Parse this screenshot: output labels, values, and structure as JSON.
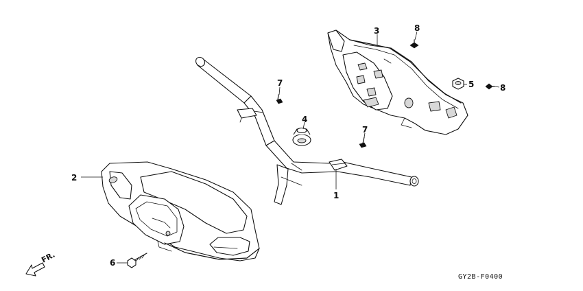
{
  "diagram": {
    "code": "GY2B-F0400",
    "direction_label": "FR.",
    "parts": [
      {
        "id": "1"
      },
      {
        "id": "2"
      },
      {
        "id": "3"
      },
      {
        "id": "4"
      },
      {
        "id": "5"
      },
      {
        "id": "6"
      },
      {
        "id": "7"
      },
      {
        "id": "7"
      },
      {
        "id": "8"
      },
      {
        "id": "8"
      }
    ]
  }
}
